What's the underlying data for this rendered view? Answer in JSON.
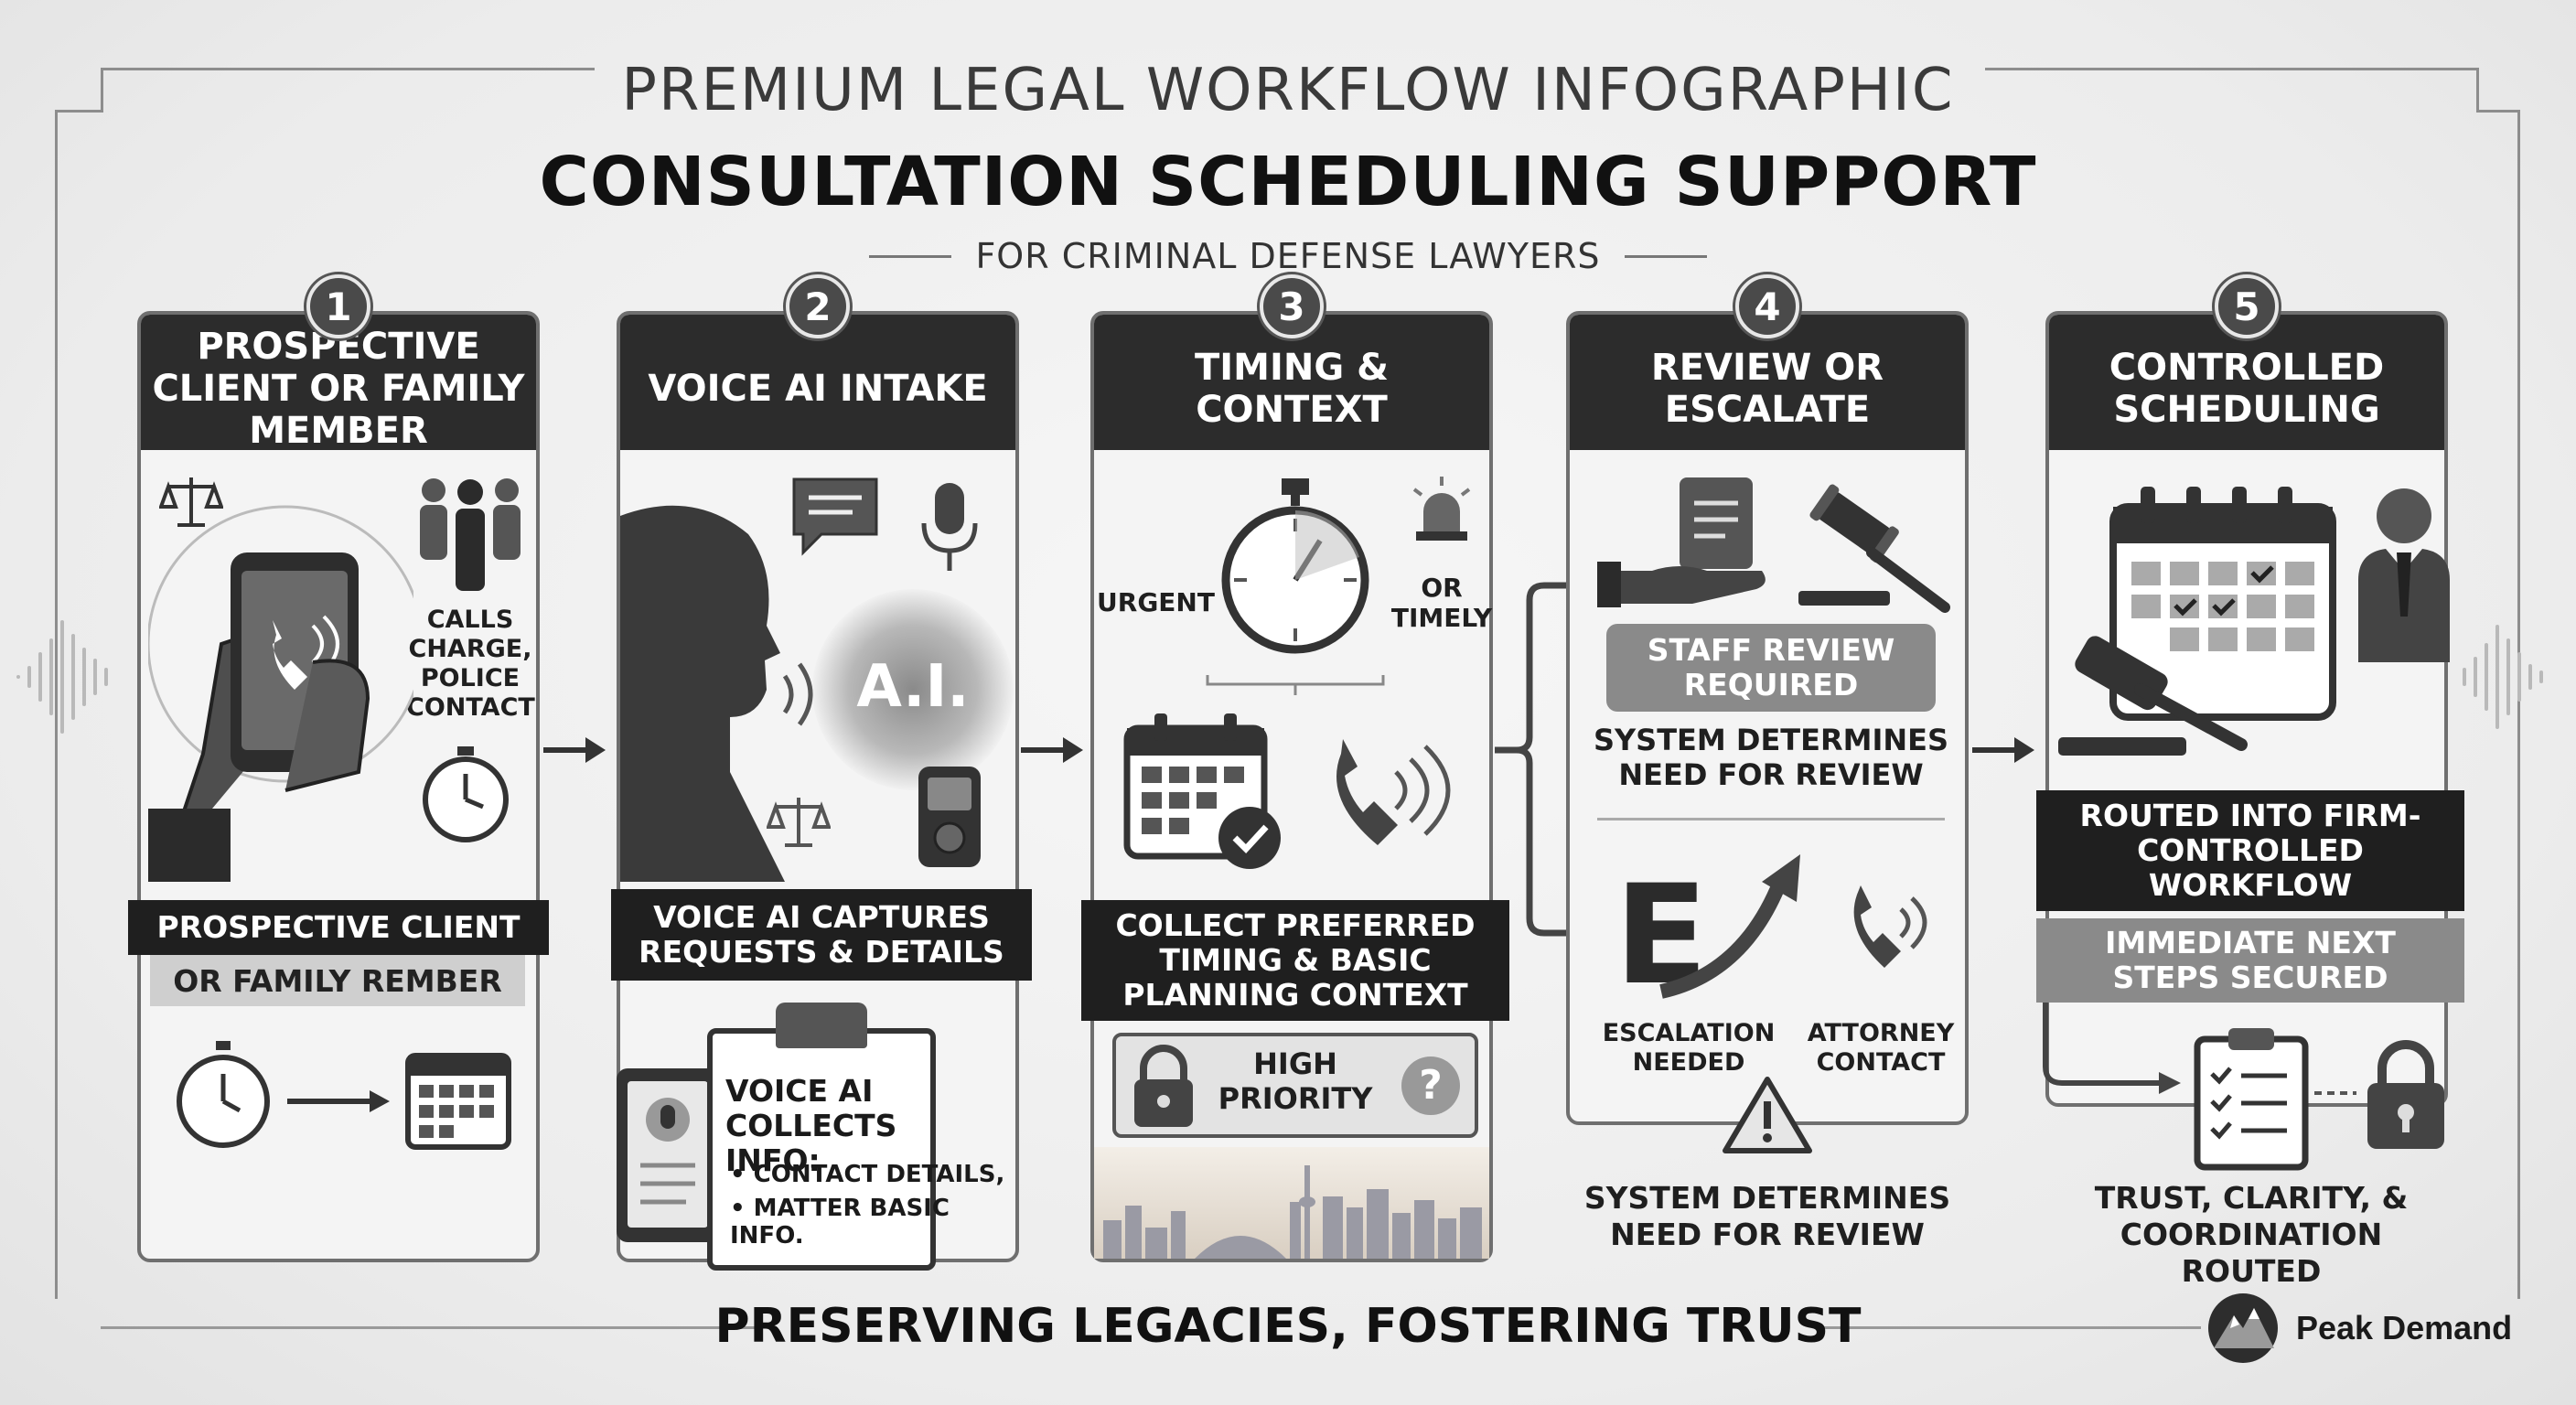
{
  "header": {
    "title_top": "PREMIUM LEGAL WORKFLOW INFOGRAPHIC",
    "title_main": "CONSULTATION SCHEDULING SUPPORT",
    "subtitle": "FOR CRIMINAL DEFENSE LAWYERS"
  },
  "steps": [
    {
      "number": "1",
      "title": "PROSPECTIVE CLIENT OR FAMILY MEMBER",
      "side_label": "CALLS CHARGE, POLICE CONTACT",
      "banner": "PROSPECTIVE CLIENT",
      "sub_banner": "OR FAMILY REMBER"
    },
    {
      "number": "2",
      "title": "VOICE AI INTAKE",
      "ai_text": "A.I.",
      "banner": "VOICE AI CAPTURES REQUESTS & DETAILS",
      "clipboard_title": "VOICE AI COLLECTS INFO:",
      "clipboard_items": [
        "• CONTACT DETAILS,",
        "• MATTER BASIC INFO."
      ]
    },
    {
      "number": "3",
      "title": "TIMING & CONTEXT",
      "left_label": "URGENT",
      "right_label": "OR TIMELY",
      "banner": "COLLECT PREFERRED TIMING & BASIC PLANNING CONTEXT",
      "priority_label": "HIGH PRIORITY"
    },
    {
      "number": "4",
      "title": "REVIEW OR ESCALATE",
      "review_pill": "STAFF REVIEW REQUIRED",
      "review_text": "SYSTEM DETERMINES NEED FOR REVIEW",
      "escalation_label": "ESCALATION NEEDED",
      "attorney_label": "ATTORNEY CONTACT",
      "bottom_text": "SYSTEM DETERMINES NEED FOR REVIEW"
    },
    {
      "number": "5",
      "title": "CONTROLLED SCHEDULING",
      "banner": "ROUTED INTO FIRM-CONTROLLED WORKFLOW",
      "pill": "IMMEDIATE NEXT STEPS SECURED",
      "bottom_text": "TRUST, CLARITY, & COORDINATION ROUTED"
    }
  ],
  "footer": {
    "tagline": "PRESERVING LEGACIES, FOSTERING TRUST"
  },
  "brand": {
    "name": "Peak Demand"
  },
  "colors": {
    "dark": "#1f1f1f",
    "mid": "#8a8a8a",
    "light": "#cfcfcf",
    "frame": "#6f6f6f"
  }
}
